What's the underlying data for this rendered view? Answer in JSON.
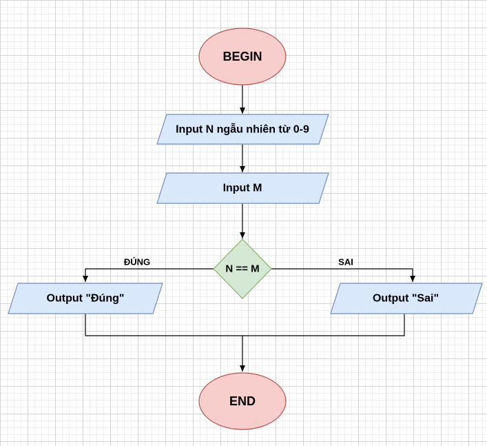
{
  "flowchart": {
    "begin": "BEGIN",
    "input_n": "Input N ngẫu nhiên từ 0-9",
    "input_m": "Input M",
    "decision": "N == M",
    "branch_true_label": "ĐÚNG",
    "branch_false_label": "SAI",
    "output_true": "Output \"Đúng\"",
    "output_false": "Output \"Sai\"",
    "end": "END"
  },
  "colors": {
    "terminal_fill": "#f8cecc",
    "terminal_stroke": "#b85450",
    "io_fill": "#dae8fc",
    "io_stroke": "#6c8ebf",
    "decision_fill": "#d5e8d4",
    "decision_stroke": "#82b366",
    "connector": "#000000"
  }
}
